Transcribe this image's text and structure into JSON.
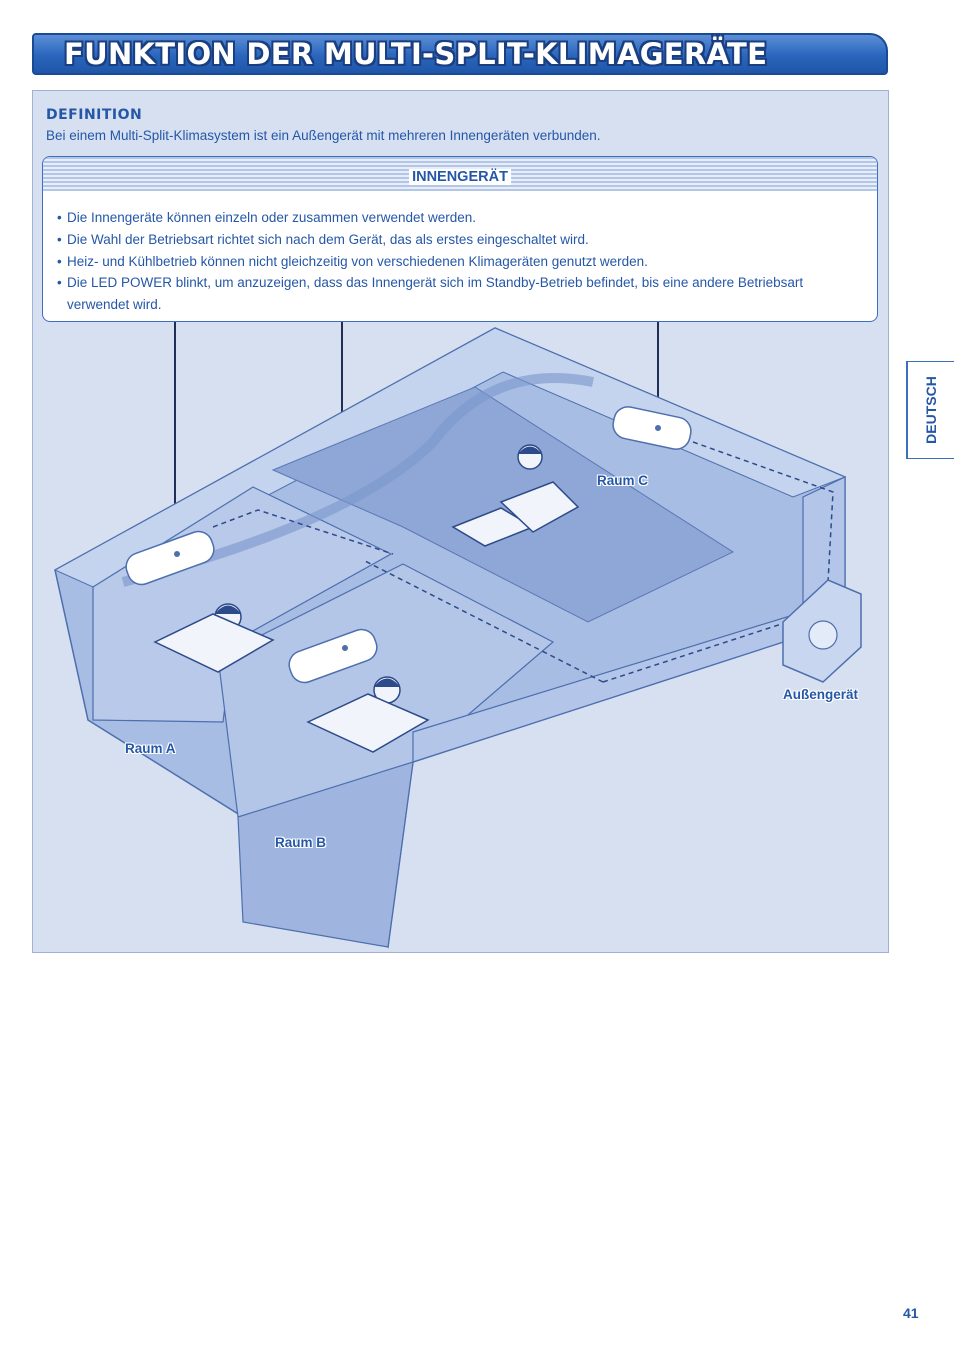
{
  "header": {
    "title": "FUNKTION DER MULTI-SPLIT-KLIMAGERÄTE"
  },
  "definition": {
    "heading": "DEFINITION",
    "text": "Bei einem Multi-Split-Klimasystem ist ein Außengerät mit mehreren Innengeräten verbunden."
  },
  "indoor_box": {
    "title": "INNENGERÄT",
    "bullets": [
      "Die Innengeräte können einzeln oder zusammen verwendet werden.",
      "Die Wahl der Betriebsart richtet sich nach dem Gerät, das als erstes eingeschaltet wird.",
      "Heiz- und Kühlbetrieb können nicht gleichzeitig von verschiedenen Klimageräten genutzt werden.",
      "Die LED POWER blinkt, um anzuzeigen, dass das Innengerät sich im Standby-Betrieb befindet, bis eine andere Betriebsart verwendet wird."
    ]
  },
  "illustration": {
    "rooms": {
      "a": "Raum A",
      "b": "Raum B",
      "c": "Raum C"
    },
    "outdoor_unit": "Außengerät"
  },
  "side_tab": "DEUTSCH",
  "page_number": "41",
  "colors": {
    "accent": "#2557a8",
    "panel": "#d7e0f1",
    "title_bar": "#2a66bd"
  }
}
